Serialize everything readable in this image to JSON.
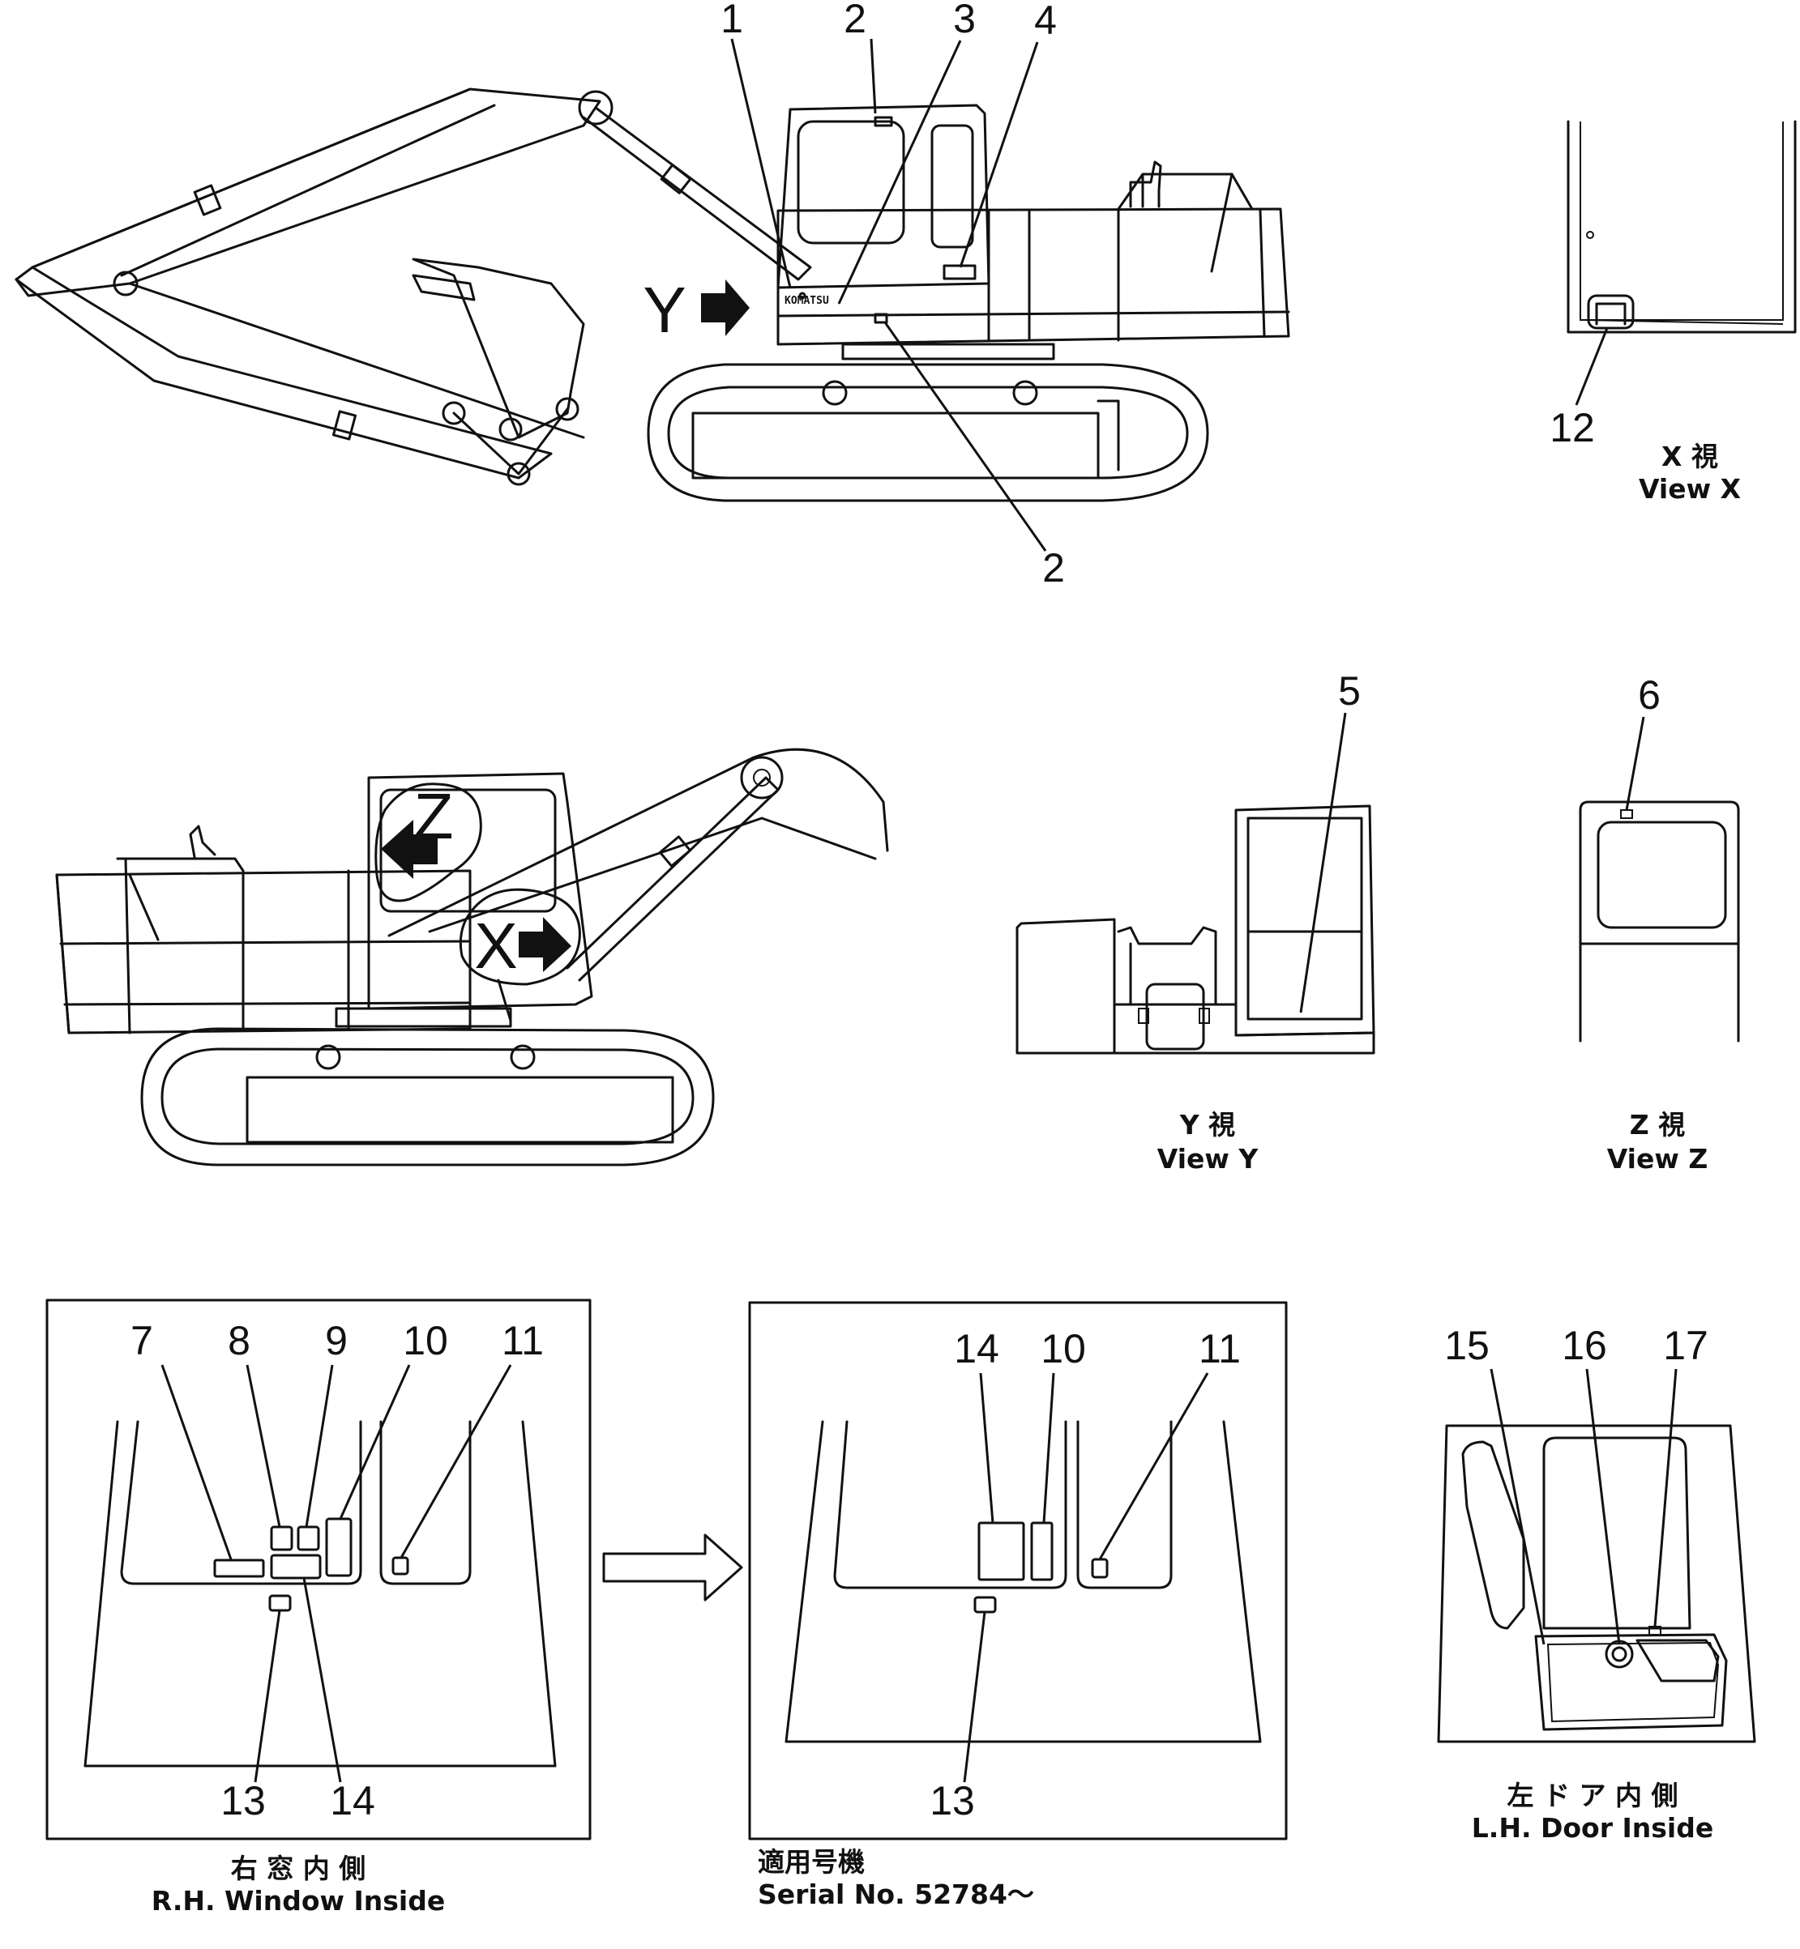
{
  "callouts": {
    "n1": "1",
    "n2": "2",
    "n3": "3",
    "n4": "4",
    "n5": "5",
    "n6": "6",
    "n7": "7",
    "n8": "8",
    "n9": "9",
    "n10": "10",
    "n11": "11",
    "n12": "12",
    "n13": "13",
    "n14": "14",
    "n15": "15",
    "n16": "16",
    "n17": "17"
  },
  "view_markers": {
    "y": "Y",
    "z": "Z",
    "x": "X"
  },
  "machine_logo": "KOMATSU",
  "captions": {
    "view_x_jp": "X 視",
    "view_x_en": "View X",
    "view_y_jp": "Y 視",
    "view_y_en": "View Y",
    "view_z_jp": "Z 視",
    "view_z_en": "View Z",
    "rh_window_jp": "右 窓 内 側",
    "rh_window_en": "R.H. Window Inside",
    "serial_jp": "適用号機",
    "serial_en": "Serial No. 52784～",
    "lh_door_jp": "左 ド ア 内 側",
    "lh_door_en": "L.H. Door Inside"
  }
}
